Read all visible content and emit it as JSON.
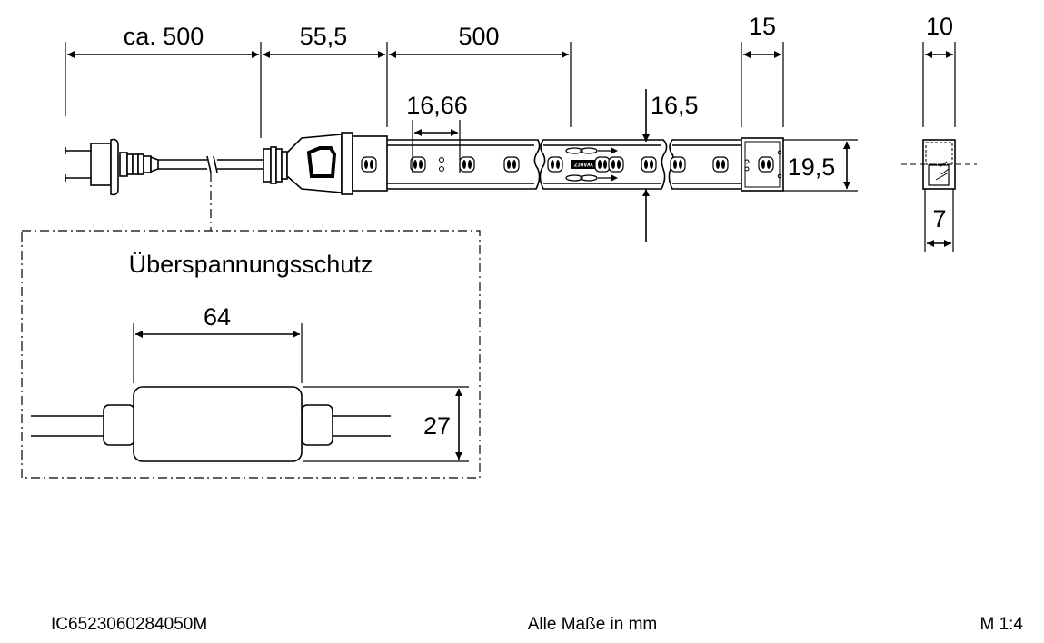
{
  "dimensions": {
    "cable_length": "ca. 500",
    "connector_length": "55,5",
    "segment_length": "500",
    "led_pitch": "16,66",
    "strip_width": "16,5",
    "end_cap_length": "15",
    "profile_width": "10",
    "housing_height": "19,5",
    "profile_height": "7",
    "surge_length": "64",
    "surge_height": "27"
  },
  "labels": {
    "surge_protection": "Überspannungsschutz",
    "voltage_marking": "230VAC"
  },
  "footer": {
    "article_number": "IC6523060284050M",
    "units_note": "Alle Maße in mm",
    "scale": "M 1:4"
  }
}
